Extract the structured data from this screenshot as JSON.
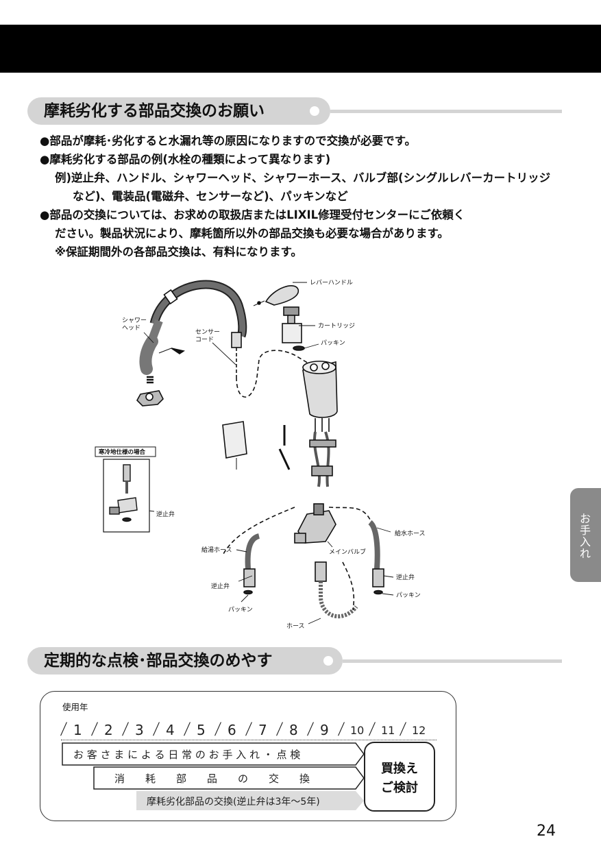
{
  "section1": {
    "title": "摩耗劣化する部品交換のお願い",
    "lines": [
      "●部品が摩耗･劣化すると水漏れ等の原因になりますので交換が必要です。",
      "●摩耗劣化する部品の例(水栓の種類によって異なります)",
      "例)逆止弁、ハンドル、シャワーヘッド、シャワーホース、バルブ部(シングルレバーカートリッジ",
      "など)、電装品(電磁弁、センサーなど)、パッキンなど",
      "●部品の交換については、お求めの取扱店またはLIXIL修理受付センターにご依頼く",
      "ださい。製品状況により、摩耗箇所以外の部品交換も必要な場合があります。",
      "※保証期間外の各部品交換は、有料になります。"
    ]
  },
  "diagram": {
    "lever_handle": "レバーハンドル",
    "cartridge": "カートリッジ",
    "packing": "パッキン",
    "shower_head_line1": "シャワー",
    "shower_head_line2": "ヘッド",
    "sensor_cord_line1": "センサー",
    "sensor_cord_line2": "コード",
    "cold_region": "寒冷地仕様の場合",
    "check_valve": "逆止弁",
    "hot_hose": "給湯ホース",
    "water_hose": "給水ホース",
    "main_valve": "メインバルブ",
    "hose": "ホース"
  },
  "side_tab": {
    "label": "お手入れ"
  },
  "section2": {
    "title": "定期的な点検･部品交換のめやす",
    "usage_label": "使用年",
    "years": [
      "1",
      "2",
      "3",
      "4",
      "5",
      "6",
      "7",
      "8",
      "9",
      "10",
      "11",
      "12"
    ],
    "bar1": "お 客 さ ま に よ る 日 常 の お 手 入 れ ・ 点 検",
    "bar2": "消　　耗　　部　　品　　の　　交　　換",
    "bar3": "摩耗劣化部品の交換(逆止弁は3年〜5年)",
    "replace_line1": "買換え",
    "replace_line2": "ご検討"
  },
  "page_number": "24"
}
